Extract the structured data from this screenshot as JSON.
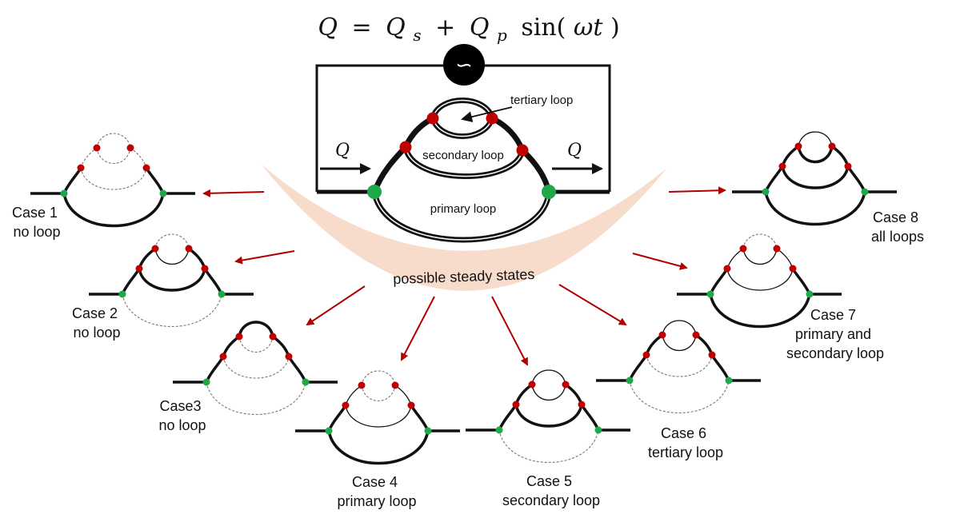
{
  "equation": {
    "lhs": "Q",
    "equals": "=",
    "q_s": "Q",
    "s_sub": "s",
    "plus": "+",
    "q_p": "Q",
    "p_sub": "p",
    "sin": "sin(",
    "omega_t": "ωt",
    "close": ")"
  },
  "main": {
    "source_symbol": "∽",
    "flow_label_left": "Q",
    "flow_label_right": "Q",
    "tertiary_label": "tertiary loop",
    "secondary_label": "secondary loop",
    "primary_label": "primary loop"
  },
  "banner_label": "possible steady states",
  "cases": [
    {
      "line1": "Case 1",
      "line2": "no loop",
      "line3": ""
    },
    {
      "line1": "Case 2",
      "line2": "no loop",
      "line3": ""
    },
    {
      "line1": "Case3",
      "line2": "no loop",
      "line3": ""
    },
    {
      "line1": "Case 4",
      "line2": "primary loop",
      "line3": ""
    },
    {
      "line1": "Case 5",
      "line2": "secondary loop",
      "line3": ""
    },
    {
      "line1": "Case 6",
      "line2": "tertiary loop",
      "line3": ""
    },
    {
      "line1": "Case 7",
      "line2": "primary and",
      "line3": "secondary loop"
    },
    {
      "line1": "Case 8",
      "line2": "all loops",
      "line3": ""
    }
  ],
  "colors": {
    "node_green": "#1fa84a",
    "node_red": "#c00000",
    "arrow_red": "#b00000",
    "banner": "#f8dccb",
    "line": "#111111",
    "dashed": "#777777"
  }
}
